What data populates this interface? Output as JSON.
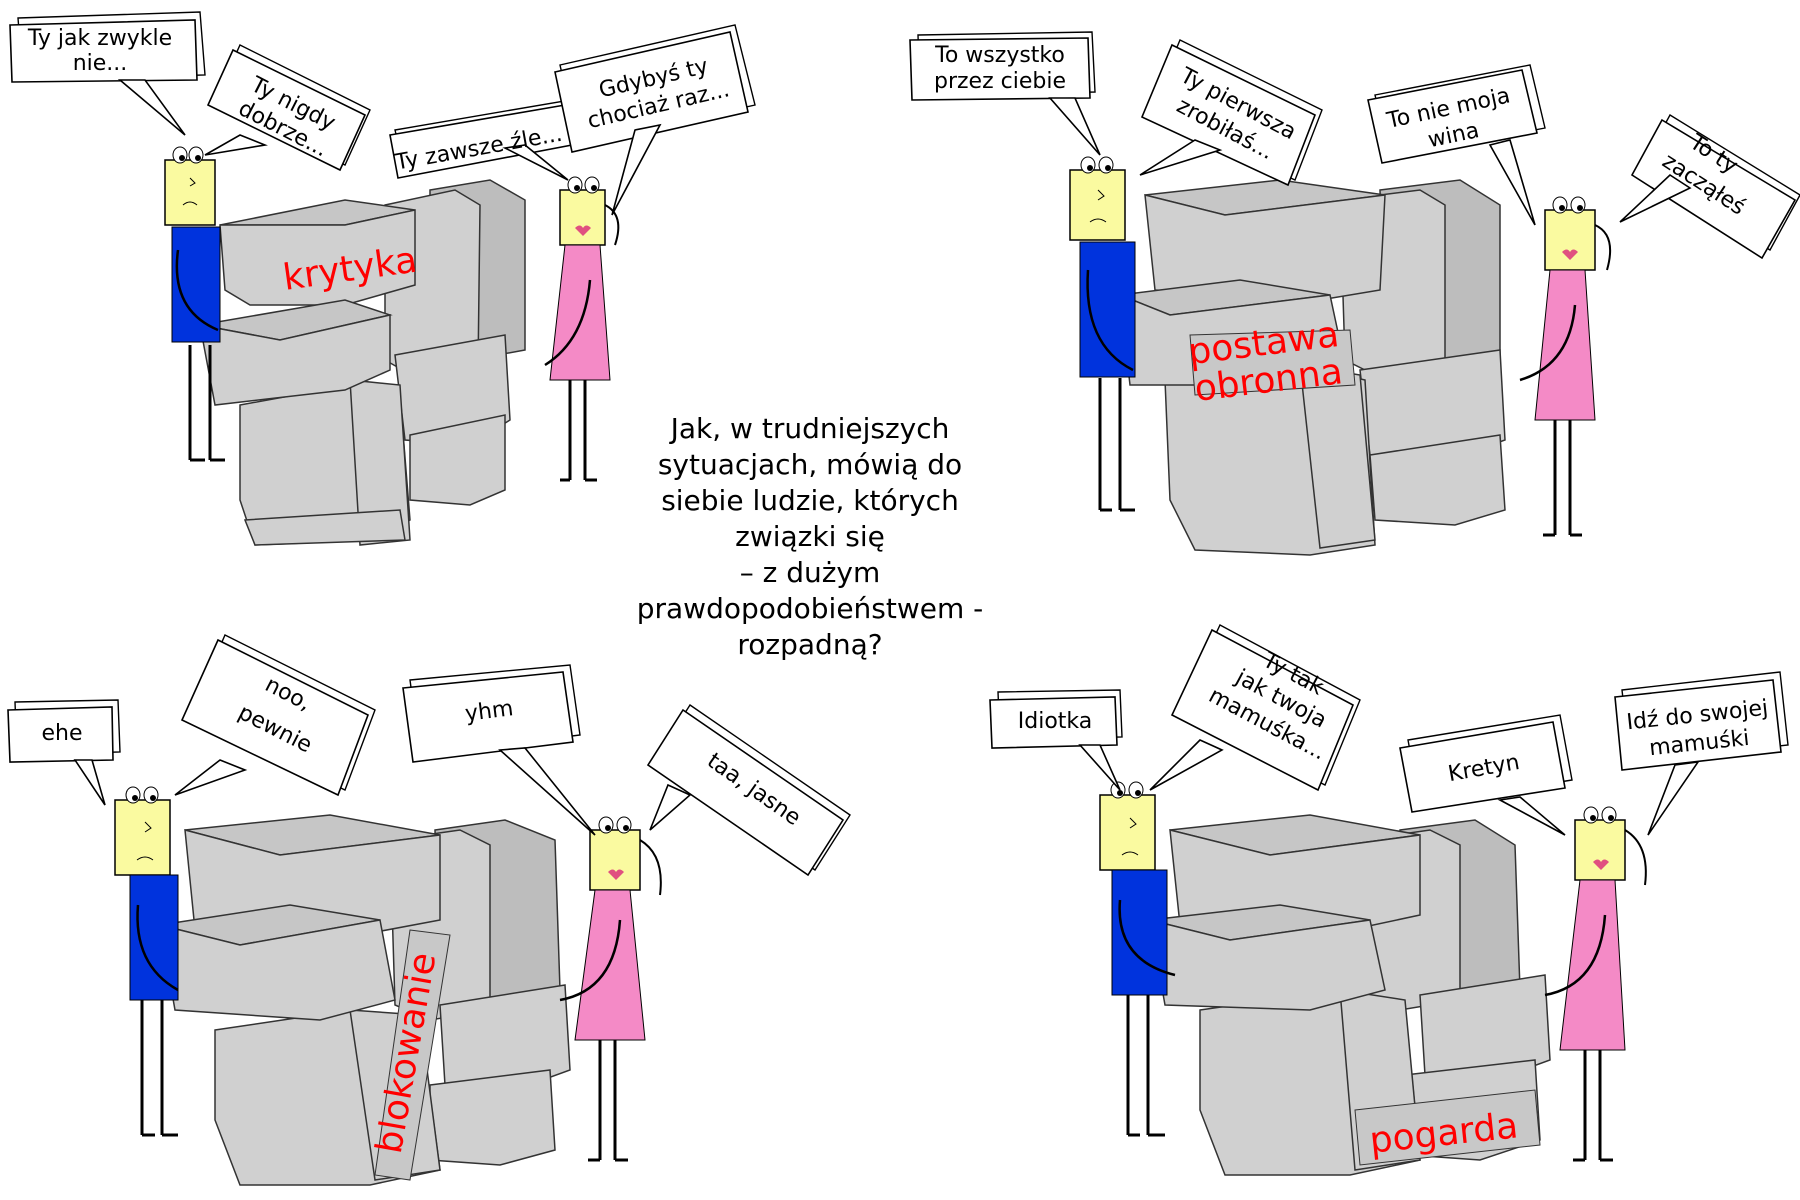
{
  "question": {
    "lines": [
      "Jak, w trudniejszych",
      "sytuacjach,  mówią do",
      "siebie ludzie, których",
      "związki się",
      "–  z dużym",
      "prawdopodobieństwem -",
      "rozpadną?"
    ]
  },
  "panels": [
    {
      "label": "krytyka",
      "man_lines": [
        [
          "Ty jak zwykle",
          "nie..."
        ],
        [
          "Ty nigdy",
          "dobrze..."
        ]
      ],
      "woman_lines": [
        [
          "Ty zawsze źle..."
        ],
        [
          "Gdybyś ty",
          "chociaż raz..."
        ]
      ]
    },
    {
      "label_lines": [
        "postawa",
        "obronna"
      ],
      "man_lines": [
        [
          "To wszystko",
          "przez ciebie"
        ],
        [
          "Ty pierwsza",
          "zrobiłaś..."
        ]
      ],
      "woman_lines": [
        [
          "To nie moja",
          "wina"
        ],
        [
          "To ty",
          "zacząłeś"
        ]
      ]
    },
    {
      "label": "blokowanie",
      "man_lines": [
        [
          "ehe"
        ],
        [
          "noo,",
          "pewnie"
        ]
      ],
      "woman_lines": [
        [
          "yhm"
        ],
        [
          "taa, jasne"
        ]
      ]
    },
    {
      "label": "pogarda",
      "man_lines": [
        [
          "Idiotka"
        ],
        [
          "Ty tak",
          "jak twoja",
          "mamuśka..."
        ]
      ],
      "woman_lines": [
        [
          "Kretyn"
        ],
        [
          "Idź do swojej",
          "mamuśki"
        ]
      ]
    }
  ],
  "colors": {
    "man_shirt": "#0033dd",
    "woman_dress": "#f48ac6",
    "face": "#fafaa0",
    "label": "#ff0000",
    "stone": "#d0d0d0"
  }
}
